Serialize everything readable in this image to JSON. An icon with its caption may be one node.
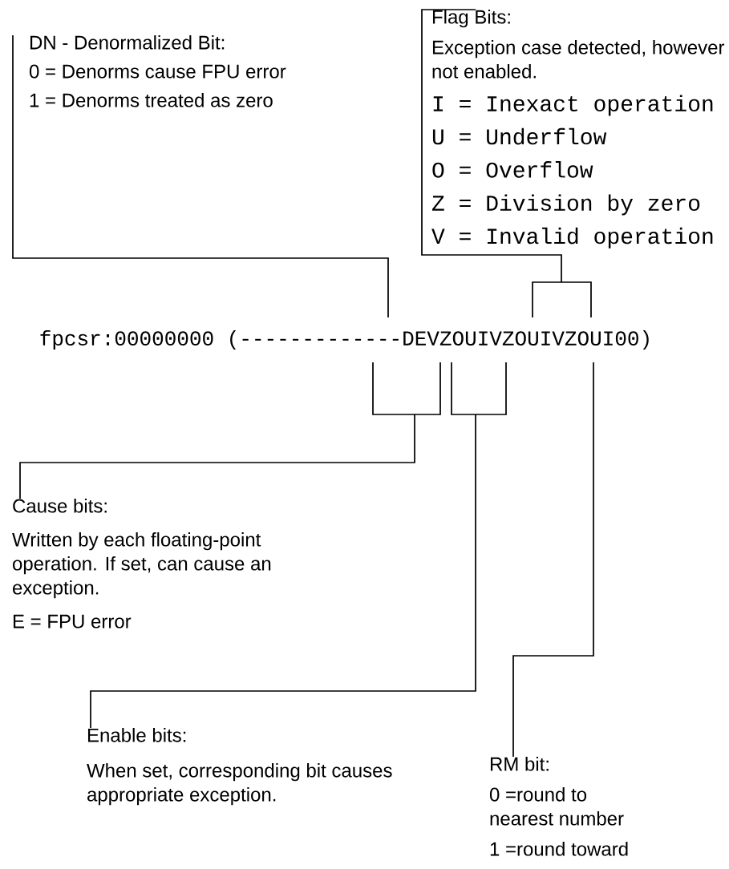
{
  "diagram": {
    "nodes": [
      {
        "text": [
          "DN - Denormalized Bit:",
          "0 = Denorms cause FPU error",
          "1 = Denorms treated as zero"
        ]
      },
      {
        "text": [
          "Flag Bits:",
          "Exception case detected, however not enabled.",
          "I = Inexact operation",
          "U = Underflow",
          "O = Overflow",
          "Z = Division by zero",
          "V = Invalid operation"
        ]
      },
      {
        "text": [
          "fpcsr:00000000 (-------------DEVZOUIVZOUIVZOUI00)"
        ]
      },
      {
        "text": [
          "Cause bits:",
          "Written by each floating-point operation. If set, can cause an exception.",
          "E = FPU error"
        ]
      },
      {
        "text": [
          "Enable bits:",
          "When set, corresponding bit causes appropriate exception."
        ]
      },
      {
        "text": [
          "RM bit:",
          "0 =round to nearest number",
          "1 =round toward"
        ]
      }
    ],
    "edges": [
      {
        "from": 0,
        "to": 2,
        "arrow": "none"
      },
      {
        "from": 1,
        "to": 2,
        "arrow": "none"
      },
      {
        "from": 3,
        "to": 2,
        "arrow": "none"
      },
      {
        "from": 4,
        "to": 2,
        "arrow": "none"
      },
      {
        "from": 5,
        "to": 2,
        "arrow": "none"
      }
    ]
  }
}
